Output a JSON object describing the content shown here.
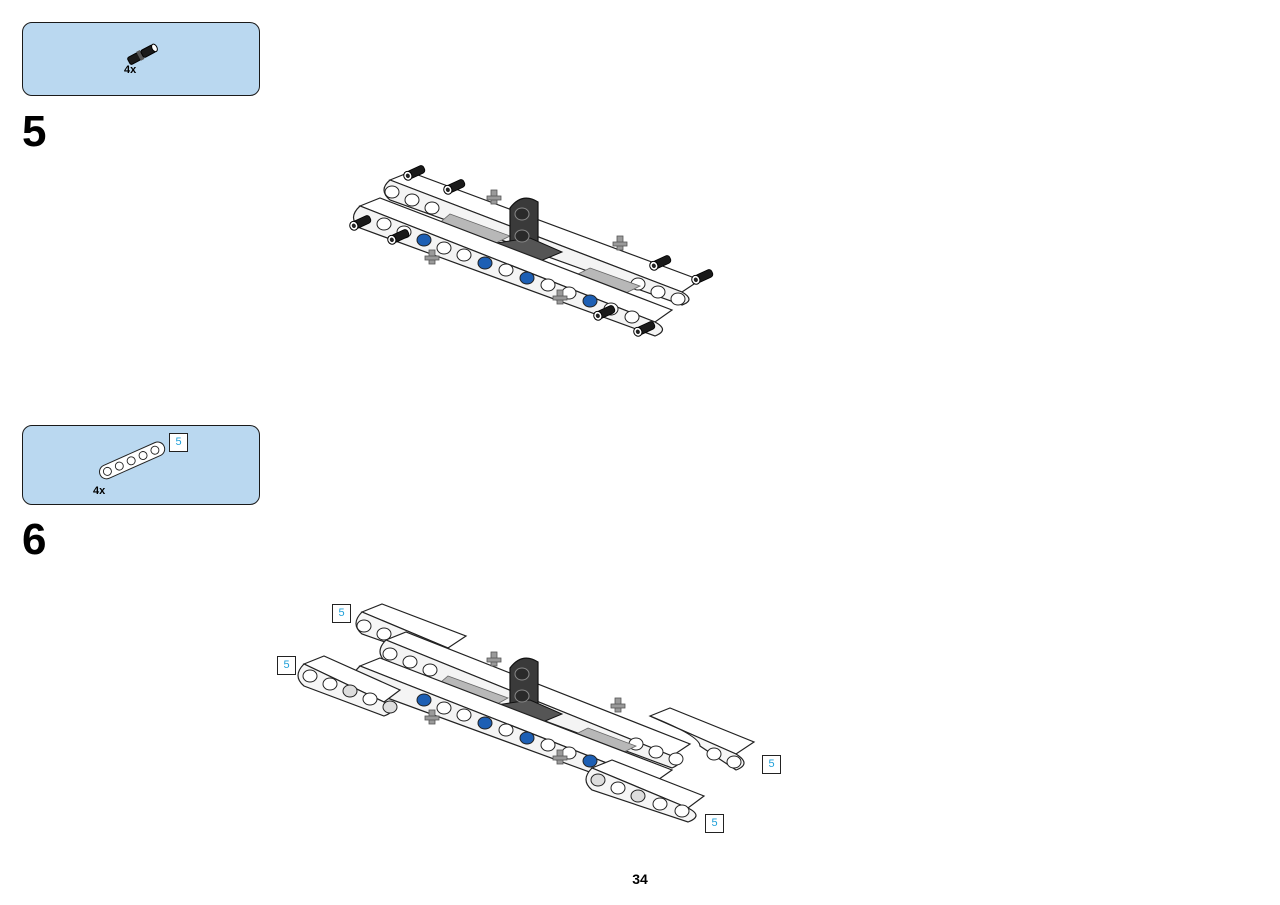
{
  "page": {
    "number": "34"
  },
  "step5": {
    "number": "5",
    "parts": [
      {
        "quantity": "4x",
        "part_icon": "black-pin-icon"
      }
    ]
  },
  "step6": {
    "number": "6",
    "parts": [
      {
        "quantity": "4x",
        "part_icon": "liftarm-5-icon",
        "length_callout": "5"
      }
    ],
    "callouts": [
      "5",
      "5",
      "5",
      "5"
    ]
  },
  "colors": {
    "parts_box": "#bad8f0",
    "beam_white": "#ffffff",
    "beam_gray": "#3a3a3a",
    "pin_blue": "#1d5fb4",
    "callout_text": "#1e9fd8"
  }
}
